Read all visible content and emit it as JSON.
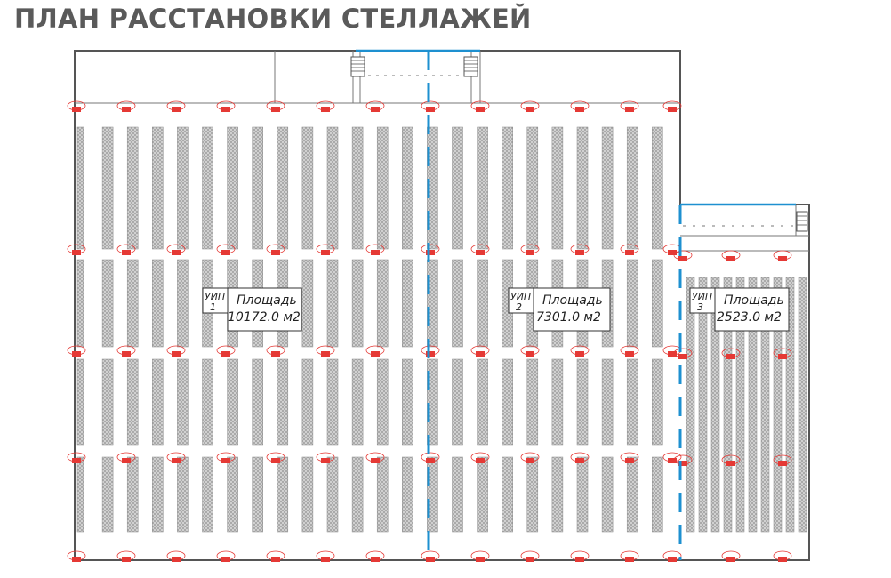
{
  "title": "ПЛАН РАССТАНОВКИ СТЕЛЛАЖЕЙ",
  "colors": {
    "wall": "#555555",
    "rack": "#9a9a9a",
    "sprinkler": "#e53935",
    "divider": "#1e90d0"
  },
  "zones": [
    {
      "id": "uip-1",
      "uip": "УИП",
      "num": "1",
      "area_label": "Площадь",
      "area_value": "10172.0  м2"
    },
    {
      "id": "uip-2",
      "uip": "УИП",
      "num": "2",
      "area_label": "Площадь",
      "area_value": "7301.0  м2"
    },
    {
      "id": "uip-3",
      "uip": "УИП",
      "num": "3",
      "area_label": "Площадь",
      "area_value": "2523.0  м2"
    }
  ]
}
